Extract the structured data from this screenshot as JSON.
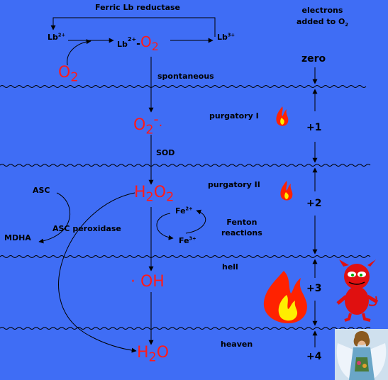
{
  "labels": {
    "ferric_reductase": "Ferric Lb reductase",
    "electrons_line1": "electrons",
    "electrons_line2_prefix": "added to O",
    "electrons_line2_sub": "2",
    "lb": "Lb",
    "lb2_sup": "2+",
    "lb3_sup": "3+",
    "lbo2_sup": "2+",
    "lbo2_dash": "-",
    "spontaneous": "spontaneous",
    "sod": "SOD",
    "asc": "ASC",
    "mdha": "MDHA",
    "asc_peroxidase": "ASC peroxidase",
    "fe": "Fe",
    "fe2_sup": "2+",
    "fe3_sup": "3+",
    "fenton_line1": "Fenton",
    "fenton_line2": "reactions"
  },
  "species": {
    "o2_letter": "O",
    "o2_sub": "2",
    "superoxide_sup": "-",
    "h2o2_h": "H",
    "h2o2_sub1": "2",
    "h2o2_o": "O",
    "h2o2_sub2": "2",
    "hydroxyl": "· OH",
    "water_h": "H",
    "water_sub": "2",
    "water_o": "O"
  },
  "zones": [
    {
      "name": "zero-zone",
      "label": "",
      "count": "zero"
    },
    {
      "name": "purgatory-1",
      "label": "purgatory I",
      "count": "+1"
    },
    {
      "name": "purgatory-2",
      "label": "purgatory II",
      "count": "+2"
    },
    {
      "name": "hell",
      "label": "hell",
      "count": "+3"
    },
    {
      "name": "heaven",
      "label": "heaven",
      "count": "+4"
    }
  ],
  "colors": {
    "background": "#3f6df5",
    "species": "#ff1a1a",
    "ink": "#000000",
    "flame_red": "#ff2200",
    "flame_yellow": "#ffee00",
    "devil_red": "#e01010"
  }
}
